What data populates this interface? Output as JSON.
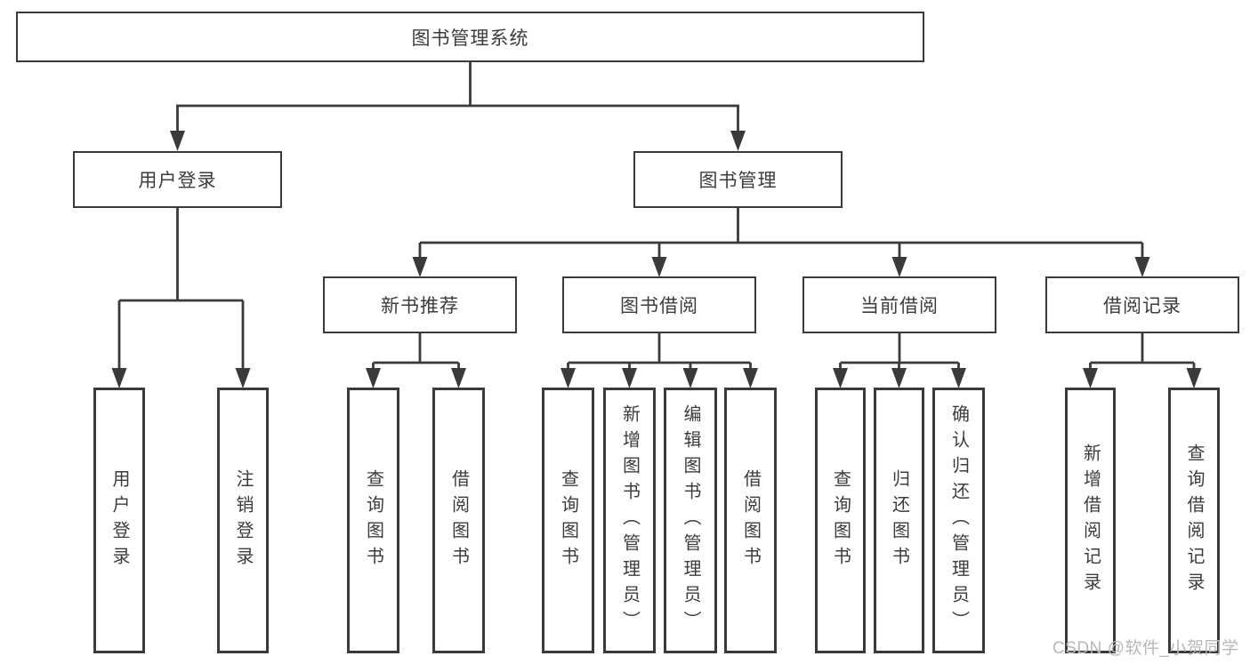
{
  "diagram": {
    "root": {
      "id": "library-management-system",
      "label": "图书管理系统"
    },
    "level2": [
      {
        "id": "user-login-branch",
        "label": "用户登录"
      },
      {
        "id": "book-management-branch",
        "label": "图书管理"
      }
    ],
    "level3": [
      {
        "id": "new-book-recommend",
        "parent": "book-management-branch",
        "label": "新书推荐"
      },
      {
        "id": "book-borrowing",
        "parent": "book-management-branch",
        "label": "图书借阅"
      },
      {
        "id": "current-borrowing",
        "parent": "book-management-branch",
        "label": "当前借阅"
      },
      {
        "id": "borrowing-records",
        "parent": "book-management-branch",
        "label": "借阅记录"
      }
    ],
    "leaves": [
      {
        "parent": "user-login-branch",
        "label": "用户登录"
      },
      {
        "parent": "user-login-branch",
        "label": "注销登录"
      },
      {
        "parent": "new-book-recommend",
        "label": "查询图书"
      },
      {
        "parent": "new-book-recommend",
        "label": "借阅图书"
      },
      {
        "parent": "book-borrowing",
        "label": "查询图书"
      },
      {
        "parent": "book-borrowing",
        "label": "新增图书（管理员）"
      },
      {
        "parent": "book-borrowing",
        "label": "编辑图书（管理员）"
      },
      {
        "parent": "book-borrowing",
        "label": "借阅图书"
      },
      {
        "parent": "current-borrowing",
        "label": "查询图书"
      },
      {
        "parent": "current-borrowing",
        "label": "归还图书"
      },
      {
        "parent": "current-borrowing",
        "label": "确认归还（管理员）"
      },
      {
        "parent": "borrowing-records",
        "label": "新增借阅记录"
      },
      {
        "parent": "borrowing-records",
        "label": "查询借阅记录"
      }
    ]
  },
  "watermark": "CSDN @软件_小贺同学",
  "colors": {
    "line": "#3a3a3a",
    "text": "#3c3c3c",
    "box_background": "#ffffff",
    "watermark": "#b7b7b7",
    "background": "#ffffff"
  }
}
